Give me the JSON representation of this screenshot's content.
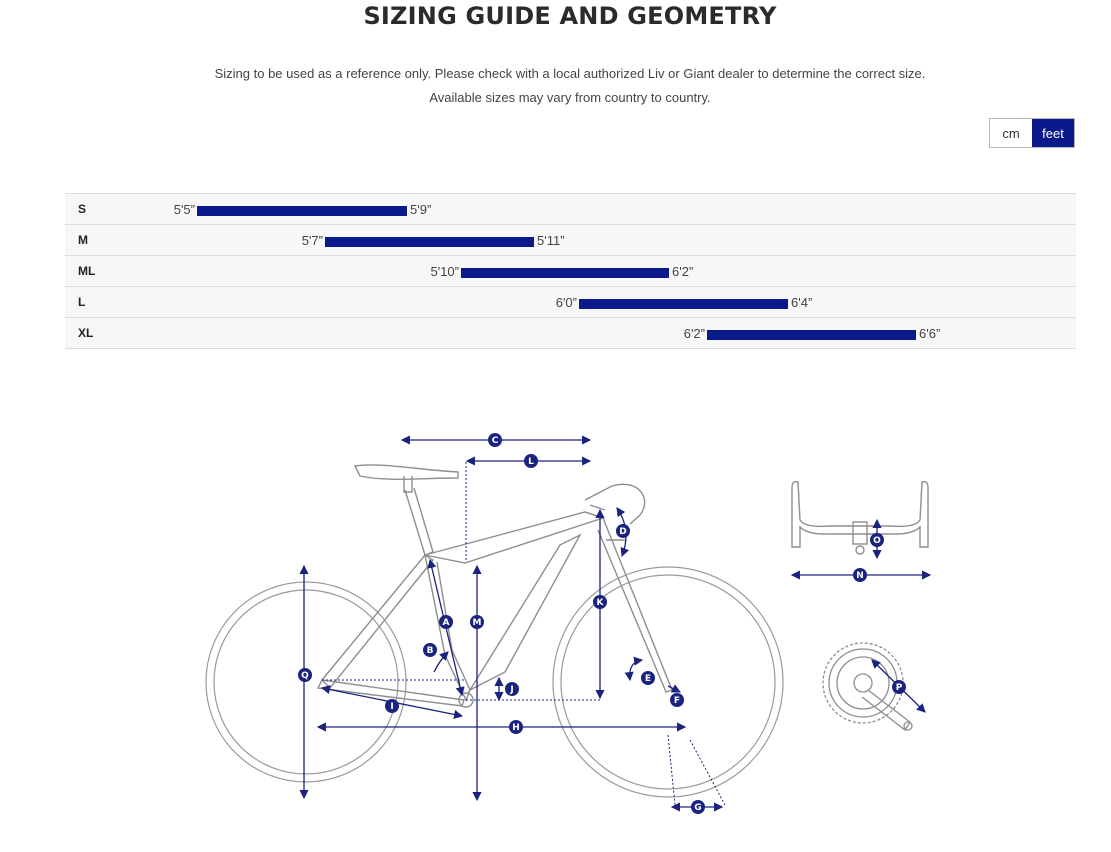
{
  "header": {
    "title": "SIZING GUIDE AND GEOMETRY",
    "note_line1": "Sizing to be used as a reference only. Please check with a local authorized Liv or Giant dealer to determine the correct size.",
    "note_line2": "Available sizes may vary from country to country."
  },
  "unit_toggle": {
    "cm_label": "cm",
    "feet_label": "feet",
    "selected": "feet"
  },
  "accent_color": "#0b1a8a",
  "sizes": [
    {
      "size": "S",
      "min": "5'5”",
      "max": "5'9”"
    },
    {
      "size": "M",
      "min": "5'7”",
      "max": "5'11”"
    },
    {
      "size": "ML",
      "min": "5'10”",
      "max": "6'2”"
    },
    {
      "size": "L",
      "min": "6'0”",
      "max": "6'4”"
    },
    {
      "size": "XL",
      "min": "6'2”",
      "max": "6'6”"
    }
  ],
  "geometry_labels": [
    "A",
    "B",
    "C",
    "D",
    "E",
    "F",
    "G",
    "H",
    "I",
    "J",
    "K",
    "L",
    "M",
    "N",
    "O",
    "P",
    "Q"
  ]
}
